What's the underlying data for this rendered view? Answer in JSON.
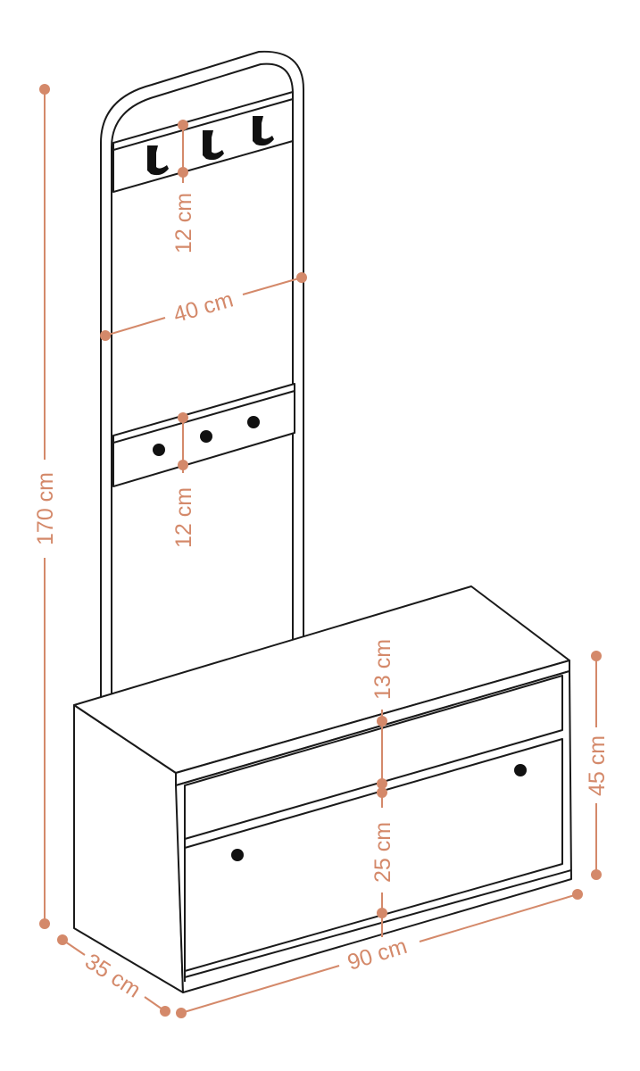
{
  "title": "Hallway bench with coat rack dimensions",
  "accent_color": "#d4896a",
  "dimensions": {
    "total_height": "170 cm",
    "hook_panel_height": "12 cm",
    "frame_width": "40 cm",
    "knob_panel_height": "12 cm",
    "shelf_height": "13 cm",
    "drawer_height": "25 cm",
    "bench_height": "45 cm",
    "bench_width": "90 cm",
    "bench_depth": "35 cm"
  }
}
